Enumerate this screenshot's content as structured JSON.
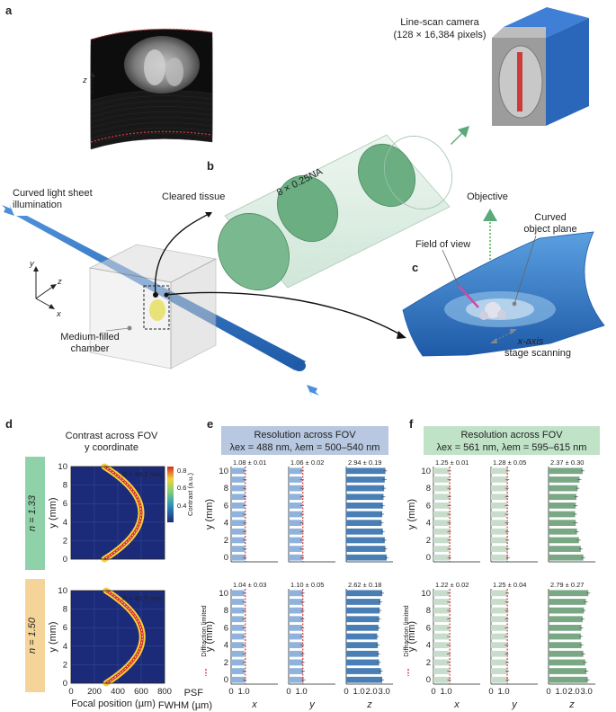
{
  "panels": {
    "a": "a",
    "b": "b",
    "c": "c",
    "d": "d",
    "e": "e",
    "f": "f"
  },
  "schematic": {
    "camera_title": "Line-scan camera",
    "camera_pixels": "(128 × 16,384 pixels)",
    "objective_lens": "8 × 0.25NA",
    "light_sheet_line1": "Curved light sheet",
    "light_sheet_line2": "illumination",
    "cleared_tissue": "Cleared tissue",
    "objective": "Objective",
    "curved_plane_line1": "Curved",
    "curved_plane_line2": "object plane",
    "field_of_view": "Field of view",
    "chamber_line1": "Medium-filled",
    "chamber_line2": "chamber",
    "scan_line1": "x-axis",
    "scan_line2": "stage scanning",
    "axes": {
      "y": "y",
      "z": "z",
      "x": "x"
    },
    "stack_axis": "z"
  },
  "panel_d": {
    "title_line1": "Contrast across FOV",
    "title_line2": "y coordinate",
    "xlabel": "Focal position (µm)",
    "ylabel": "y (mm)",
    "colorbar_label": "Contrast (a.u.)",
    "colorbar_ticks": [
      "0.8",
      "0.6",
      "0.4"
    ],
    "row_labels": [
      "n = 1.33",
      "n = 1.50"
    ],
    "radius_labels": [
      "R = 46.2 mm",
      "R = 40.5 mm"
    ]
  },
  "panel_e": {
    "title": "Resolution across FOV",
    "subtitle": "λex = 488 nm, λem = 500–540 nm",
    "color": "#4a7fb5",
    "header_color": "#b8c8e0"
  },
  "panel_f": {
    "title": "Resolution across FOV",
    "subtitle": "λex = 561 nm, λem = 595–615 nm",
    "color": "#7aa885",
    "header_color": "#c0e3c8"
  },
  "shared": {
    "diffraction_label": "Diffraction limited",
    "psf_label": "PSF",
    "fwhm_label": "FWHM (µm)",
    "axis_names": [
      "x",
      "y",
      "z"
    ],
    "ylabel": "y (mm)"
  },
  "chart_data": [
    {
      "type": "heatmap",
      "title": "Contrast across FOV y coordinate",
      "condition": "n = 1.33",
      "xlabel": "Focal position (µm)",
      "ylabel": "y (mm)",
      "xlim": [
        0,
        800
      ],
      "ylim": [
        0,
        10
      ],
      "colorbar_range": [
        0.3,
        0.85
      ],
      "annotation": "R = 46.2 mm",
      "curve_vertex_x": 600,
      "curve_end_x": 285
    },
    {
      "type": "heatmap",
      "condition": "n = 1.50",
      "xlabel": "Focal position (µm)",
      "ylabel": "y (mm)",
      "xlim": [
        0,
        800
      ],
      "ylim": [
        0,
        10
      ],
      "annotation": "R = 40.5 mm",
      "curve_vertex_x": 610,
      "curve_end_x": 300
    },
    {
      "type": "bar",
      "panel": "e",
      "condition": "n = 1.33",
      "categories": [
        0,
        1,
        2,
        3,
        4,
        5,
        6,
        7,
        8,
        9,
        10
      ],
      "series": [
        {
          "name": "x",
          "summary": "1.08 ± 0.01",
          "values": [
            1.09,
            1.08,
            1.08,
            1.07,
            1.08,
            1.08,
            1.08,
            1.09,
            1.07,
            1.08,
            1.08
          ],
          "diffraction_limit": 1.12
        },
        {
          "name": "y",
          "summary": "1.06 ± 0.02",
          "values": [
            1.07,
            1.05,
            1.06,
            1.06,
            1.04,
            1.08,
            1.06,
            1.05,
            1.07,
            1.06,
            1.06
          ],
          "diffraction_limit": 1.12
        },
        {
          "name": "z",
          "summary": "2.94 ± 0.19",
          "values": [
            3.2,
            3.1,
            3.05,
            2.9,
            2.8,
            2.85,
            2.9,
            2.95,
            3.0,
            3.05,
            3.1
          ]
        }
      ],
      "xlim": [
        0,
        3.7
      ],
      "ylabel": "y (mm)"
    },
    {
      "type": "bar",
      "panel": "e",
      "condition": "n = 1.50",
      "categories": [
        0,
        1,
        2,
        3,
        4,
        5,
        6,
        7,
        8,
        9,
        10
      ],
      "series": [
        {
          "name": "x",
          "summary": "1.04 ± 0.03",
          "values": [
            1.08,
            1.06,
            1.05,
            1.04,
            1.02,
            1.03,
            1.04,
            1.02,
            1.04,
            1.03,
            1.05
          ],
          "diffraction_limit": 1.12
        },
        {
          "name": "y",
          "summary": "1.10 ± 0.05",
          "values": [
            1.18,
            1.14,
            1.12,
            1.1,
            1.08,
            1.06,
            1.08,
            1.09,
            1.1,
            1.11,
            1.12
          ],
          "diffraction_limit": 1.12
        },
        {
          "name": "z",
          "summary": "2.62 ± 0.18",
          "values": [
            2.85,
            2.75,
            2.6,
            2.55,
            2.5,
            2.45,
            2.55,
            2.6,
            2.65,
            2.7,
            2.85
          ]
        }
      ],
      "xlim": [
        0,
        3.7
      ],
      "xlabel": "FWHM (µm)"
    },
    {
      "type": "bar",
      "panel": "f",
      "condition": "n = 1.33",
      "categories": [
        0,
        1,
        2,
        3,
        4,
        5,
        6,
        7,
        8,
        9,
        10
      ],
      "series": [
        {
          "name": "x",
          "summary": "1.25 ± 0.01",
          "values": [
            1.26,
            1.25,
            1.25,
            1.24,
            1.25,
            1.25,
            1.25,
            1.26,
            1.24,
            1.25,
            1.25
          ],
          "diffraction_limit": 1.29
        },
        {
          "name": "y",
          "summary": "1.28 ± 0.05",
          "values": [
            1.35,
            1.32,
            1.3,
            1.27,
            1.25,
            1.24,
            1.25,
            1.26,
            1.27,
            1.3,
            1.33
          ],
          "diffraction_limit": 1.29
        },
        {
          "name": "z",
          "summary": "2.37 ± 0.30",
          "values": [
            2.75,
            2.55,
            2.4,
            2.25,
            2.15,
            2.1,
            2.15,
            2.2,
            2.3,
            2.45,
            2.7
          ]
        }
      ],
      "xlim": [
        0,
        3.7
      ]
    },
    {
      "type": "bar",
      "panel": "f",
      "condition": "n = 1.50",
      "categories": [
        0,
        1,
        2,
        3,
        4,
        5,
        6,
        7,
        8,
        9,
        10
      ],
      "series": [
        {
          "name": "x",
          "summary": "1.22 ± 0.02",
          "values": [
            1.24,
            1.23,
            1.22,
            1.21,
            1.2,
            1.21,
            1.22,
            1.22,
            1.23,
            1.22,
            1.23
          ],
          "diffraction_limit": 1.29
        },
        {
          "name": "y",
          "summary": "1.25 ± 0.04",
          "values": [
            1.32,
            1.29,
            1.27,
            1.25,
            1.23,
            1.22,
            1.23,
            1.24,
            1.25,
            1.26,
            1.28
          ],
          "diffraction_limit": 1.29
        },
        {
          "name": "z",
          "summary": "2.79 ± 0.27",
          "values": [
            3.1,
            3.0,
            2.9,
            2.75,
            2.6,
            2.55,
            2.6,
            2.7,
            2.8,
            2.95,
            3.15
          ]
        }
      ],
      "xlim": [
        0,
        3.7
      ]
    }
  ],
  "ticks": {
    "y": [
      "0",
      "2",
      "4",
      "6",
      "8",
      "10"
    ],
    "d_x": [
      "0",
      "200",
      "400",
      "600",
      "800"
    ],
    "fwhm": [
      "0",
      "1.0",
      "2.0",
      "3.0"
    ],
    "fwhm_z": [
      "0",
      "1.0",
      "2.0",
      "3.0"
    ]
  }
}
